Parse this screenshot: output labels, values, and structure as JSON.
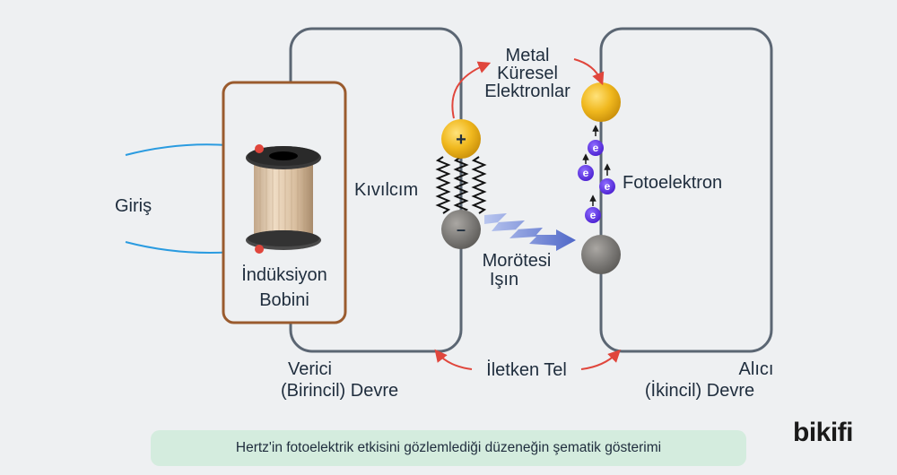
{
  "labels": {
    "input": "Giriş",
    "coil_line1": "İndüksiyon",
    "coil_line2": "Bobini",
    "spark": "Kıvılcım",
    "metal_line1": "Metal",
    "metal_line2": "Küresel",
    "metal_line3": "Elektronlar",
    "photoelectron": "Fotoelektron",
    "uv_line1": "Morötesi",
    "uv_line2": "Işın",
    "transmitter_line1": "Verici",
    "transmitter_line2": "(Birincil) Devre",
    "wire": "İletken Tel",
    "receiver_line1": "Alıcı",
    "receiver_line2": "(İkincil) Devre",
    "plus_sign": "+",
    "minus_sign": "–",
    "electron_symbol": "e"
  },
  "caption": "Hertz'in fotoelektrik etkisini gözlemlediği düzeneğin şematik gösterimi",
  "logo": "bikifi",
  "colors": {
    "circuit": "#5b6673",
    "coil_frame": "#9a5b2e",
    "wire_blue": "#2a9be0",
    "arrow_red": "#e0463c",
    "gold_sphere": "#f0b81e",
    "gray_sphere": "#7b7976",
    "uv_arrow": "#5b73c8",
    "electron": "#5b2ee0",
    "caption_bg": "#d4ecde"
  }
}
